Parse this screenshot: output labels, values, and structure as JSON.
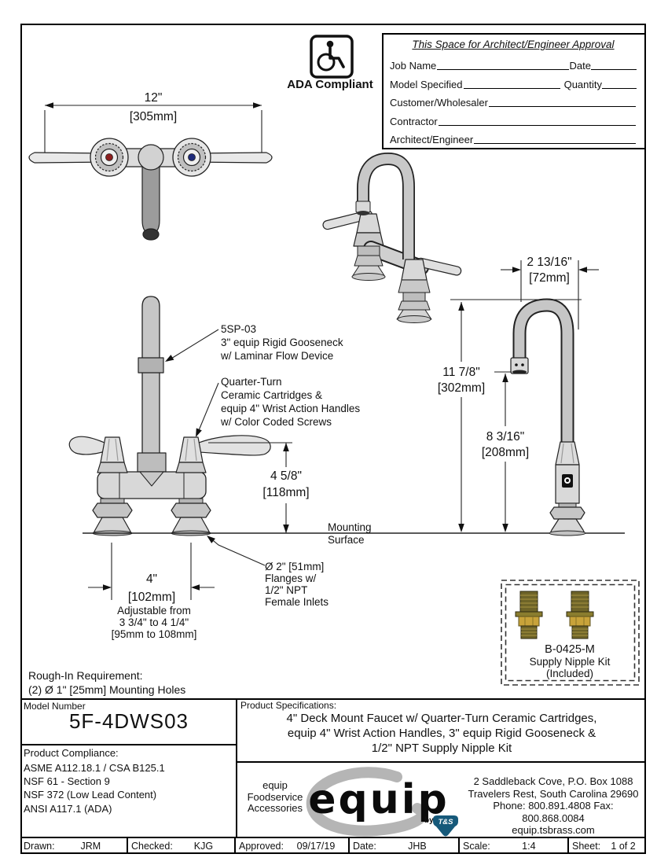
{
  "approval": {
    "title": "This Space for Architect/Engineer Approval",
    "job_name_label": "Job Name",
    "date_label": "Date",
    "model_specified_label": "Model Specified",
    "quantity_label": "Quantity",
    "customer_label": "Customer/Wholesaler",
    "contractor_label": "Contractor",
    "architect_label": "Architect/Engineer"
  },
  "ada": {
    "label": "ADA Compliant"
  },
  "drawing": {
    "dim_spread_top": {
      "inches": "12\"",
      "mm": "[305mm]"
    },
    "callout_spout": {
      "line1": "5SP-03",
      "line2": "3\" equip Rigid Gooseneck",
      "line3": "w/ Laminar Flow Device"
    },
    "callout_cartridge": {
      "line1": "Quarter-Turn",
      "line2": "Ceramic Cartridges &",
      "line3": "equip 4\" Wrist Action Handles",
      "line4": "w/ Color Coded Screws"
    },
    "dim_body_height": {
      "inches": "4 5/8\"",
      "mm": "[118mm]"
    },
    "mounting": {
      "line1": "Mounting",
      "line2": "Surface"
    },
    "callout_flange": {
      "line1": "Ø 2\" [51mm]",
      "line2": "Flanges w/",
      "line3": "1/2\" NPT",
      "line4": "Female Inlets"
    },
    "dim_centers": {
      "inches": "4\"",
      "mm": "[102mm]"
    },
    "adjustable": {
      "line1": "Adjustable from",
      "line2": "3 3/4\" to 4 1/4\"",
      "line3": "[95mm to 108mm]"
    },
    "dim_spout_reach": {
      "inches": "2 13/16\"",
      "mm": "[72mm]"
    },
    "dim_overall_height": {
      "inches": "11 7/8\"",
      "mm": "[302mm]"
    },
    "dim_spout_height": {
      "inches": "8 3/16\"",
      "mm": "[208mm]"
    },
    "nipple_kit": {
      "model": "B-0425-M",
      "line2": "Supply Nipple Kit",
      "line3": "(Included)"
    },
    "rough_in": {
      "line1": "Rough-In Requirement:",
      "line2": "(2) Ø 1\" [25mm] Mounting Holes"
    }
  },
  "title_block": {
    "model_number_label": "Model Number",
    "model_number": "5F-4DWS03",
    "compliance_label": "Product Compliance:",
    "compliance": [
      "ASME A112.18.1 / CSA B125.1",
      "NSF 61 - Section 9",
      "NSF 372 (Low Lead Content)",
      "ANSI A117.1 (ADA)"
    ],
    "specs_label": "Product Specifications:",
    "specs": [
      "4\" Deck Mount Faucet w/ Quarter-Turn Ceramic Cartridges,",
      "equip 4\" Wrist Action Handles, 3\" equip Rigid Gooseneck &",
      "1/2\" NPT Supply Nipple Kit"
    ],
    "brand": {
      "line1": "equip",
      "line2": "Foodservice",
      "line3": "Accessories",
      "logo": "equip",
      "by": "by",
      "ts": "T&S"
    },
    "address": [
      "2 Saddleback Cove, P.O. Box 1088",
      "Travelers Rest, South Carolina 29690",
      "Phone: 800.891.4808  Fax: 800.868.0084",
      "equip.tsbrass.com"
    ]
  },
  "footer": {
    "drawn_label": "Drawn:",
    "drawn": "JRM",
    "checked_label": "Checked:",
    "checked": "KJG",
    "approved_label": "Approved:",
    "approved": "09/17/19",
    "date_label": "Date:",
    "date": "JHB",
    "scale_label": "Scale:",
    "scale": "1:4",
    "sheet_label": "Sheet:",
    "sheet": "1  of  2"
  },
  "colors": {
    "line": "#1a1a1a",
    "hot_index": "#8c1f1f",
    "cold_index": "#1e2a7a",
    "brass_dark": "#6e6428",
    "brass_light": "#c8a33a",
    "ts_blue": "#16597a"
  }
}
